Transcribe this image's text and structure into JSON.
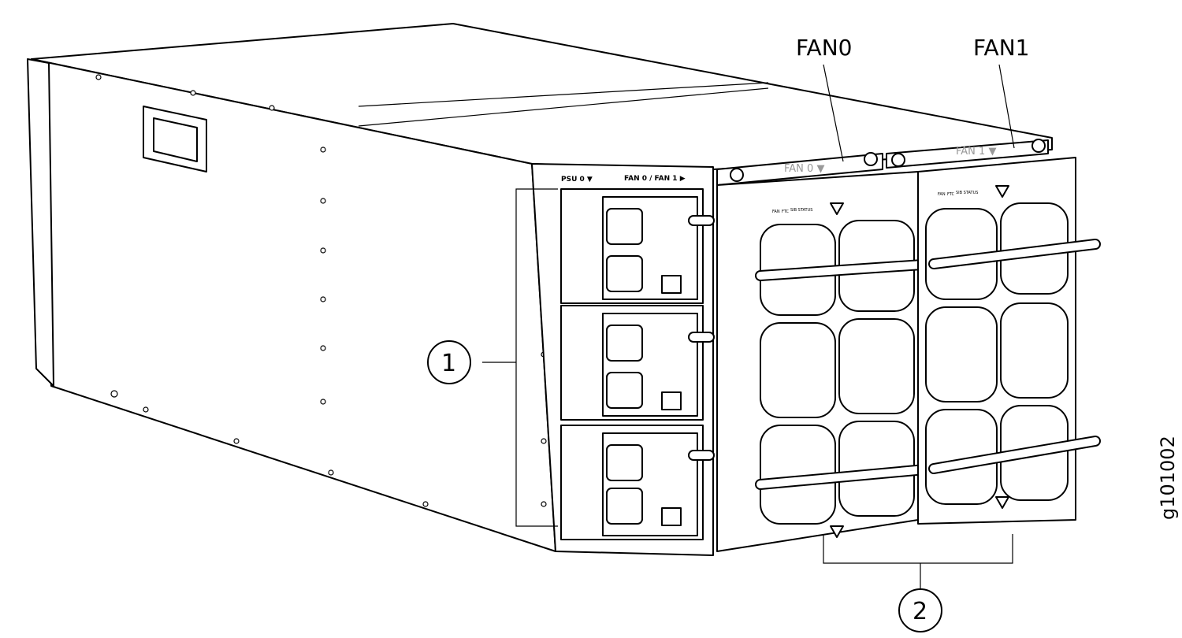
{
  "callouts": {
    "fan0": "FAN0",
    "fan1": "FAN1",
    "item1": "1",
    "item2": "2"
  },
  "panel_labels": {
    "psu0": "PSU 0 ▼",
    "fan_dir": "FAN 0 / FAN 1 ▶",
    "fan0_tray": "FAN 0 ▼",
    "fan1_tray": "FAN 1 ▼",
    "leds": [
      "FAN",
      "FTC",
      "SIB STATUS"
    ]
  },
  "figure_id": "g101002"
}
